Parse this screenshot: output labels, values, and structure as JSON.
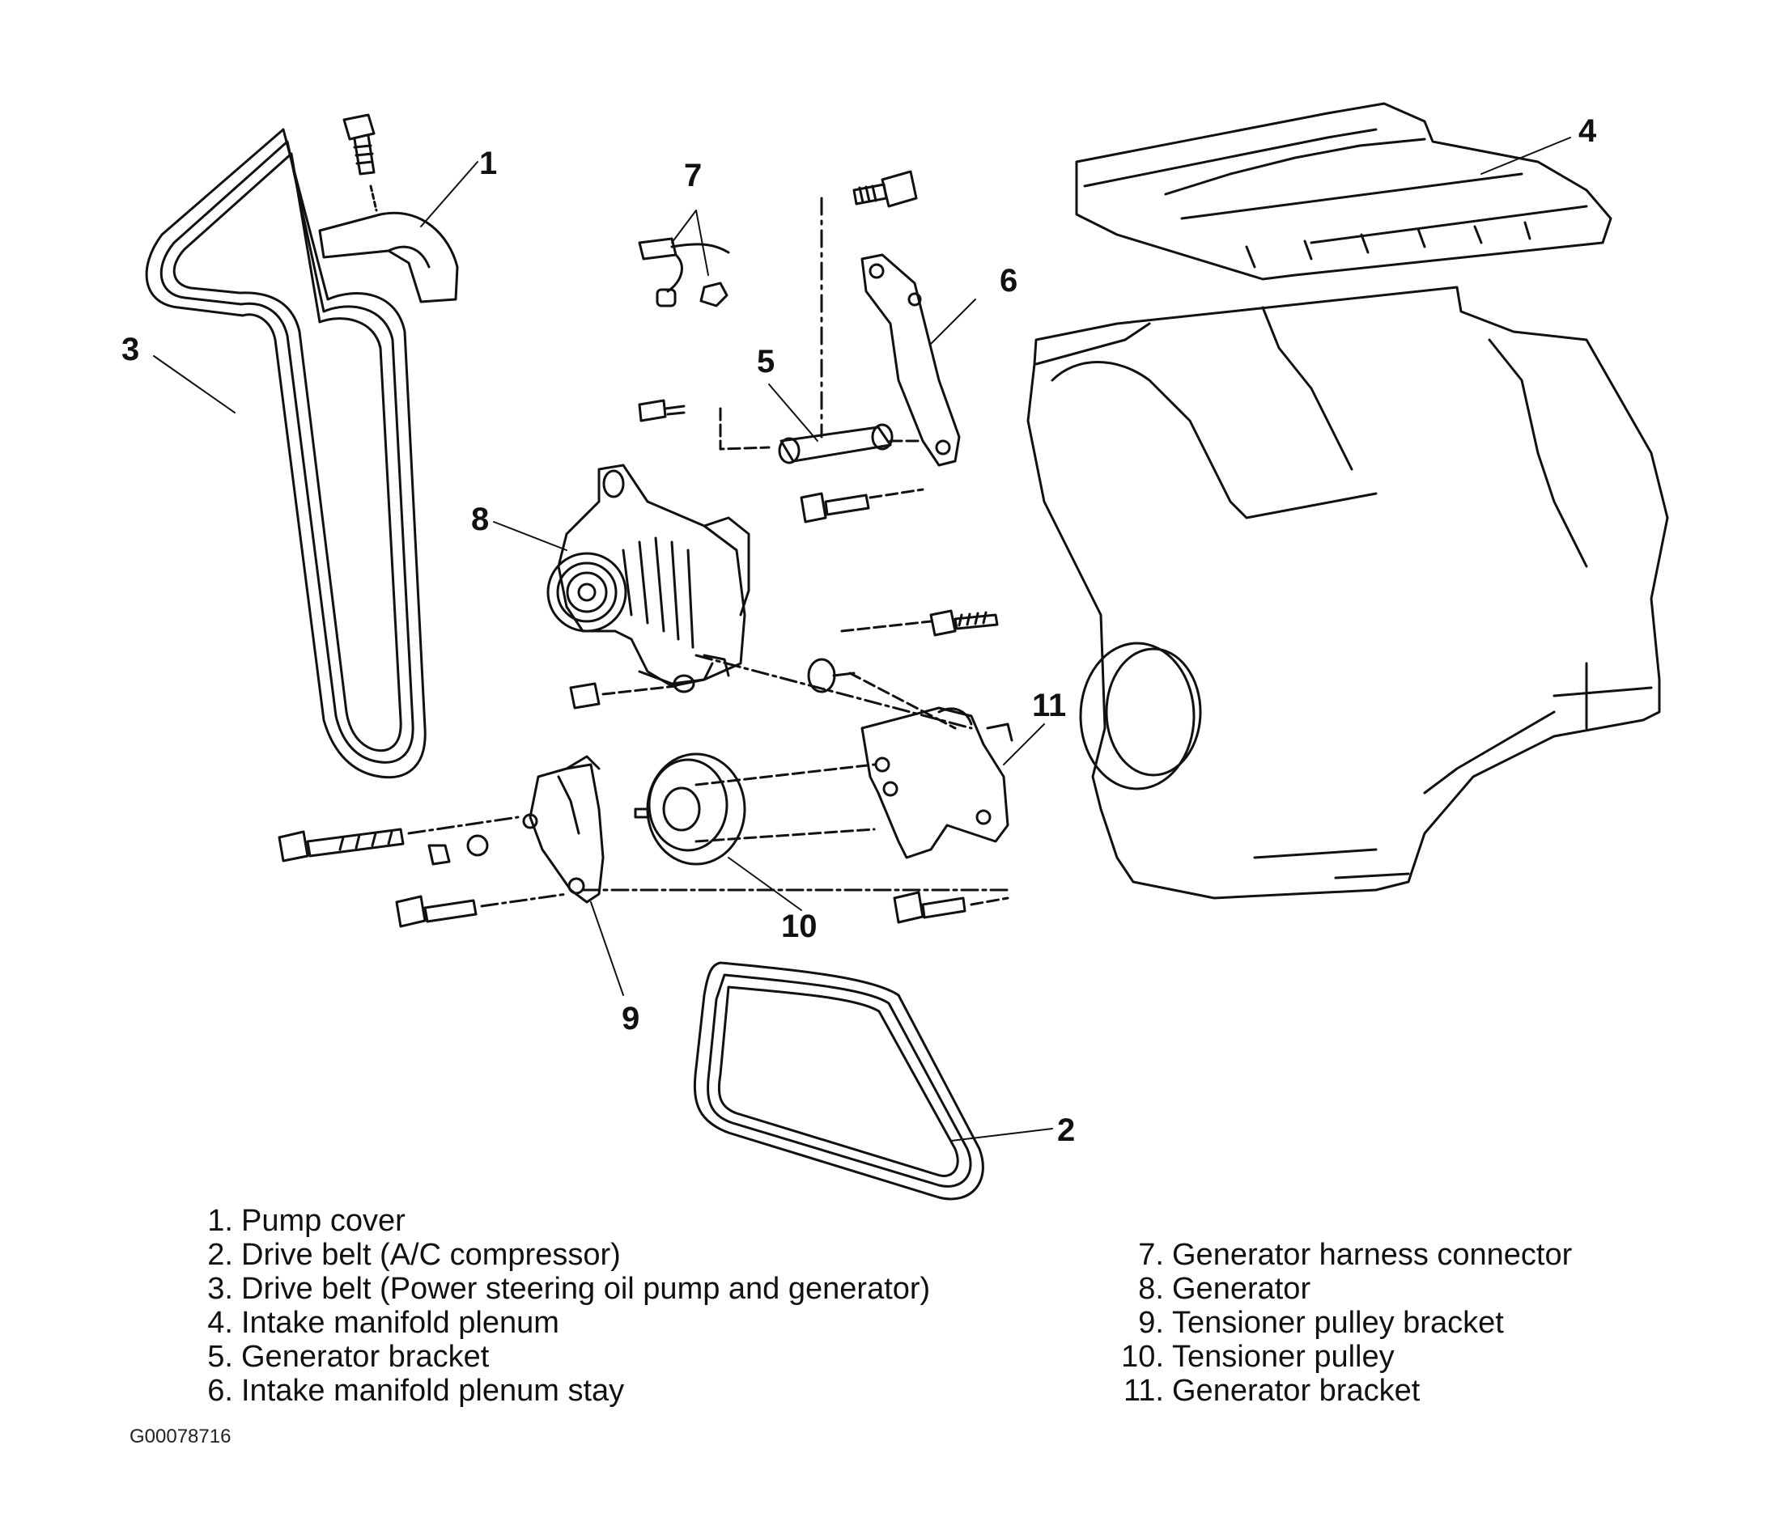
{
  "callouts": [
    "1",
    "2",
    "3",
    "4",
    "5",
    "6",
    "7",
    "8",
    "9",
    "10",
    "11"
  ],
  "legend": {
    "left": [
      {
        "num": "1.",
        "text": "Pump cover"
      },
      {
        "num": "2.",
        "text": "Drive belt (A/C compressor)"
      },
      {
        "num": "3.",
        "text": "Drive belt (Power steering oil pump and generator)"
      },
      {
        "num": "4.",
        "text": "Intake manifold plenum"
      },
      {
        "num": "5.",
        "text": "Generator bracket"
      },
      {
        "num": "6.",
        "text": "Intake manifold plenum stay"
      }
    ],
    "right": [
      {
        "num": "7.",
        "text": "Generator harness connector"
      },
      {
        "num": "8.",
        "text": "Generator"
      },
      {
        "num": "9.",
        "text": "Tensioner pulley bracket"
      },
      {
        "num": "10.",
        "text": "Tensioner pulley"
      },
      {
        "num": "11.",
        "text": "Generator bracket"
      }
    ]
  },
  "figure_id": "G00078716"
}
